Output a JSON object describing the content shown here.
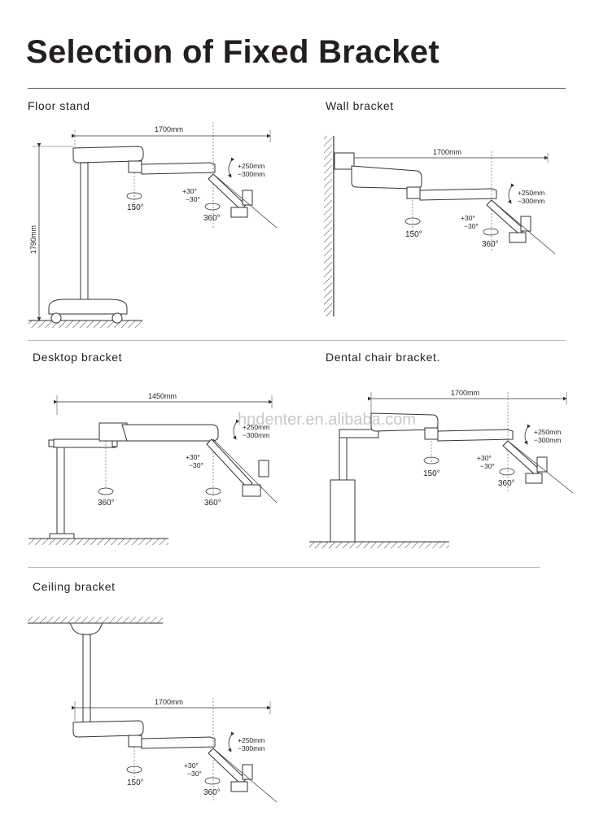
{
  "title": "Selection of Fixed Bracket",
  "sections": {
    "floor": {
      "label": "Floor stand",
      "span": "1700mm",
      "height": "1790mm"
    },
    "wall": {
      "label": "Wall bracket",
      "span": "1700mm"
    },
    "desktop": {
      "label": "Desktop bracket",
      "span": "1450mm"
    },
    "dental": {
      "label": "Dental chair bracket.",
      "span": "1700mm"
    },
    "ceiling": {
      "label": "Ceiling bracket",
      "span": "1700mm"
    }
  },
  "annotations": {
    "vertical_up": "+250mm",
    "vertical_down": "−300mm",
    "tilt_up": "+30°",
    "tilt_down": "−30°",
    "rot_150": "150°",
    "rot_360": "360°"
  },
  "watermark": "hndenter.en.alibaba.com"
}
